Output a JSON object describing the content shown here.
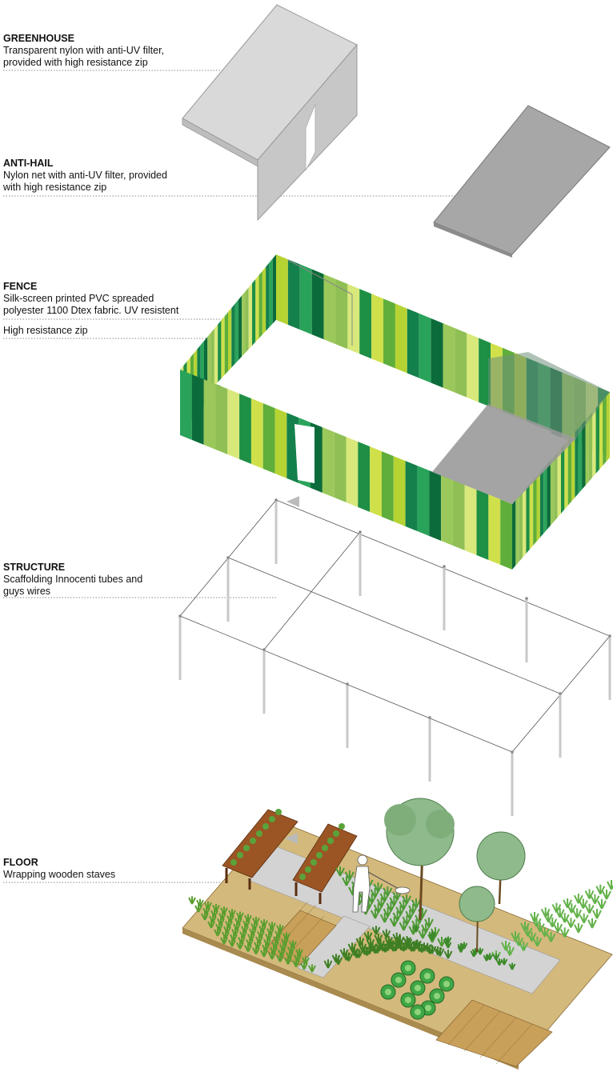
{
  "layers": [
    {
      "id": "greenhouse",
      "title": "GREENHOUSE",
      "lines": [
        "Transparent nylon with anti-UV filter,",
        "provided with high resistance zip"
      ]
    },
    {
      "id": "antihail",
      "title": "ANTI-HAIL",
      "lines": [
        "Nylon net with anti-UV filter, provided",
        "with high resistance zip"
      ]
    },
    {
      "id": "fence",
      "title": "FENCE",
      "lines": [
        "Silk-screen printed PVC spreaded",
        "polyester 1100 Dtex fabric. UV resistent"
      ]
    },
    {
      "id": "zip",
      "title": "",
      "lines": [
        "High resistance zip"
      ]
    },
    {
      "id": "structure",
      "title": "STRUCTURE",
      "lines": [
        "Scaffolding Innocenti tubes and",
        "guys wires"
      ]
    },
    {
      "id": "floor",
      "title": "FLOOR",
      "lines": [
        "Wrapping wooden staves"
      ]
    }
  ],
  "colors": {
    "greenhouse_roof": "#d6d6d6",
    "greenhouse_wall": "#c4c4c4",
    "antihail": "#a9a9a9",
    "stripes": [
      "#1e8f45",
      "#b6d334",
      "#0c6b3a",
      "#d8e87a",
      "#5fae3b",
      "#2aa35a",
      "#8fbf55",
      "#cfe04a",
      "#14804c",
      "#9bc85a"
    ],
    "wood": "#c9a467",
    "planter": "#8a4a1e",
    "walkway": "#cfcfcf",
    "plant": "#4f9a2c",
    "tree": "#8db88a"
  },
  "icons": [
    "door-opening-icon",
    "person-with-shovel-icon",
    "zip-arrow-icon"
  ]
}
